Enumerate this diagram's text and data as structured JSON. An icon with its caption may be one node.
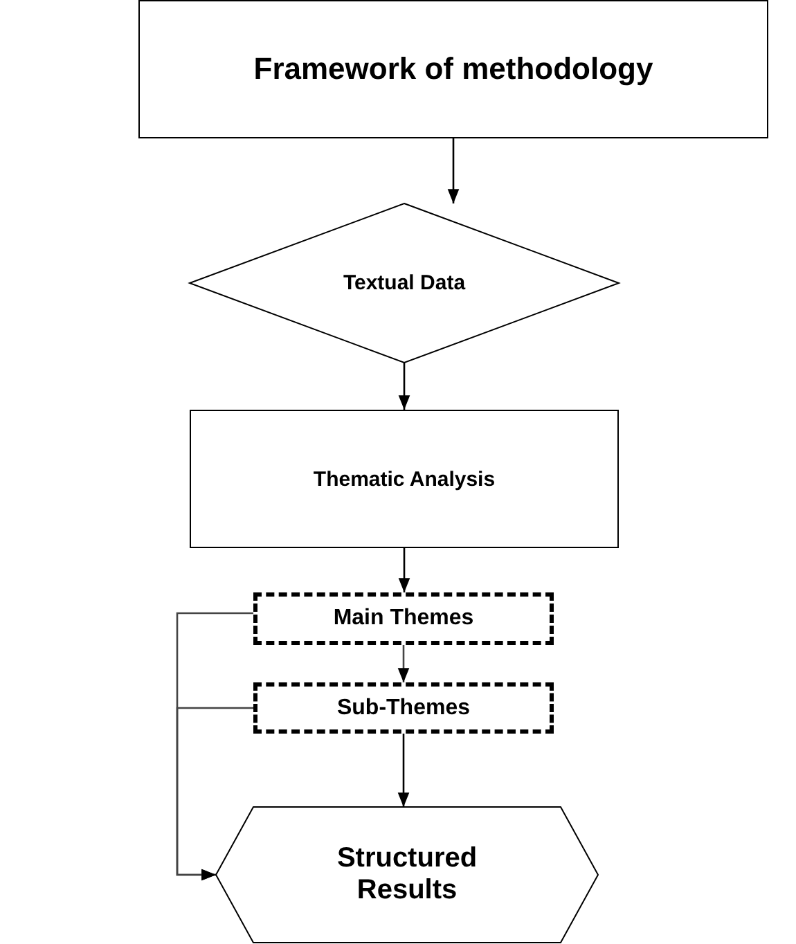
{
  "diagram": {
    "nodes": [
      {
        "text": [
          "Framework of methodology"
        ]
      },
      {
        "text": [
          "Textual Data"
        ]
      },
      {
        "text": [
          "Thematic Analysis"
        ]
      },
      {
        "text": [
          "Main Themes"
        ]
      },
      {
        "text": [
          "Sub-Themes"
        ]
      },
      {
        "text": [
          "Structured Results"
        ]
      }
    ],
    "edges": [
      {
        "from": 0,
        "to": 1,
        "arrow": "to"
      },
      {
        "from": 1,
        "to": 2,
        "arrow": "to"
      },
      {
        "from": 2,
        "to": 3,
        "arrow": "to"
      },
      {
        "from": 3,
        "to": 4,
        "arrow": "to"
      },
      {
        "from": 4,
        "to": 5,
        "arrow": "to"
      },
      {
        "from": 3,
        "to": 5,
        "arrow": "to"
      },
      {
        "from": 4,
        "to": 5,
        "arrow": "to"
      }
    ]
  }
}
